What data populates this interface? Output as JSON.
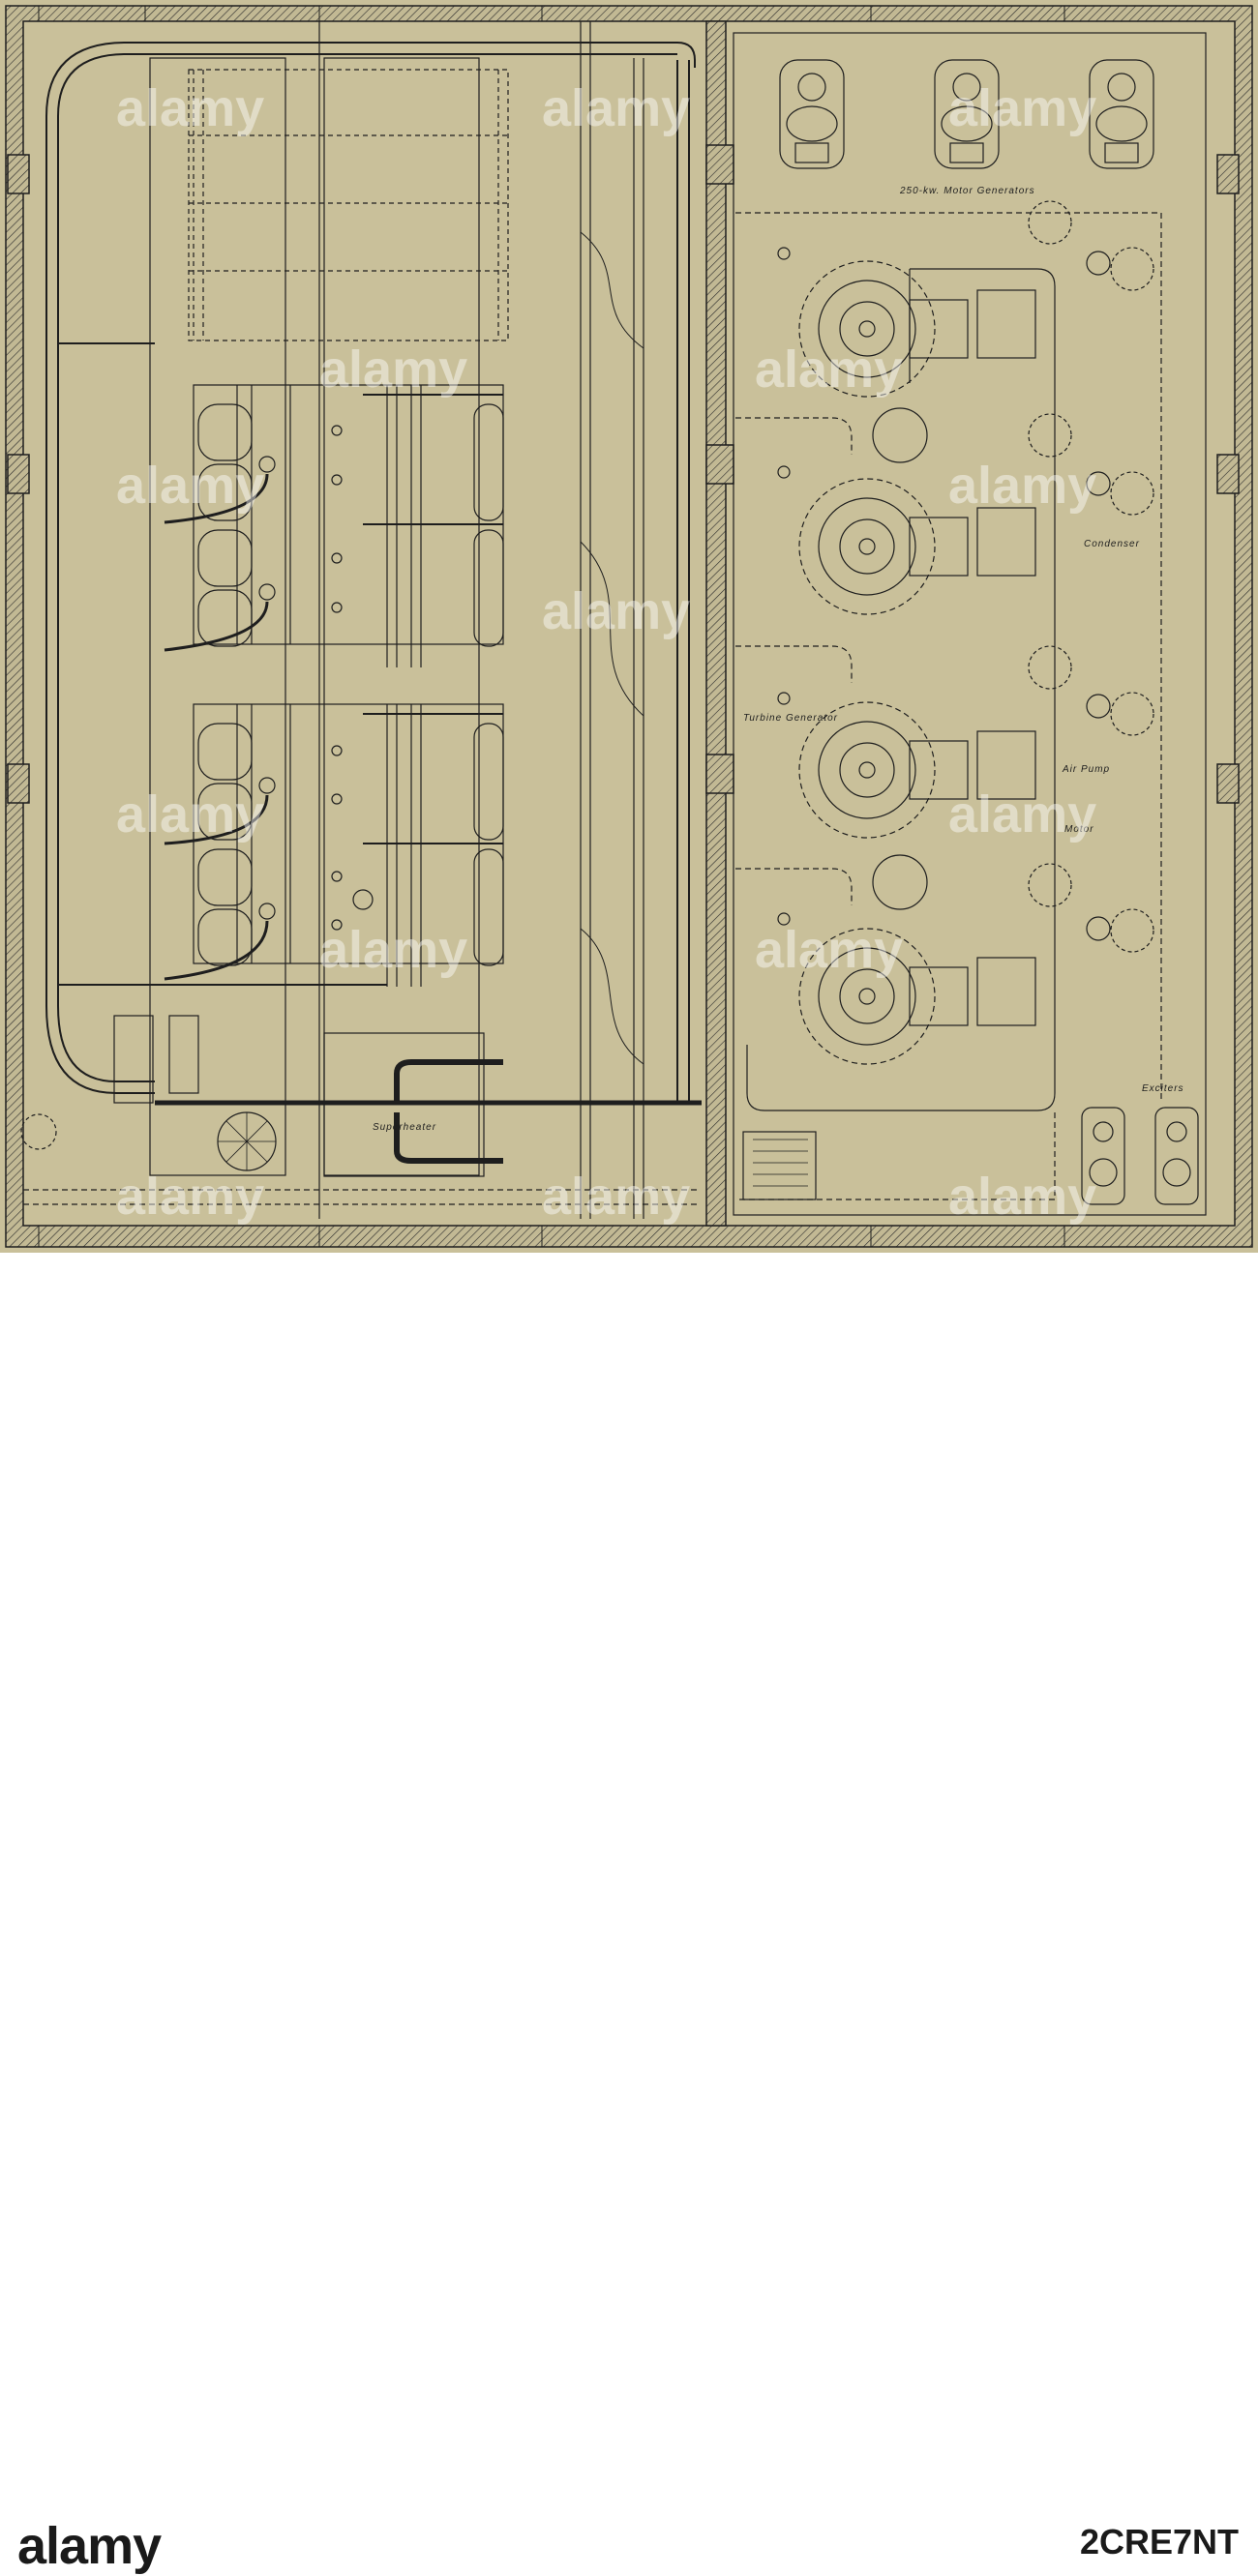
{
  "labels": {
    "motor_generators": "250-kw. Motor Generators",
    "condenser": "Condenser",
    "turbine_generator": "Turbine Generator",
    "air_pump": "Air Pump",
    "motor": "Motor",
    "exciters": "Exciters",
    "superheater": "Superheater"
  },
  "watermark": {
    "text": "alamy"
  },
  "footer": {
    "brand": "alamy",
    "image_id": "2CRE7NT"
  },
  "colors": {
    "paper": "#c9c09a",
    "ink": "#1e1e1e",
    "footer_bg": "#ffffff"
  }
}
